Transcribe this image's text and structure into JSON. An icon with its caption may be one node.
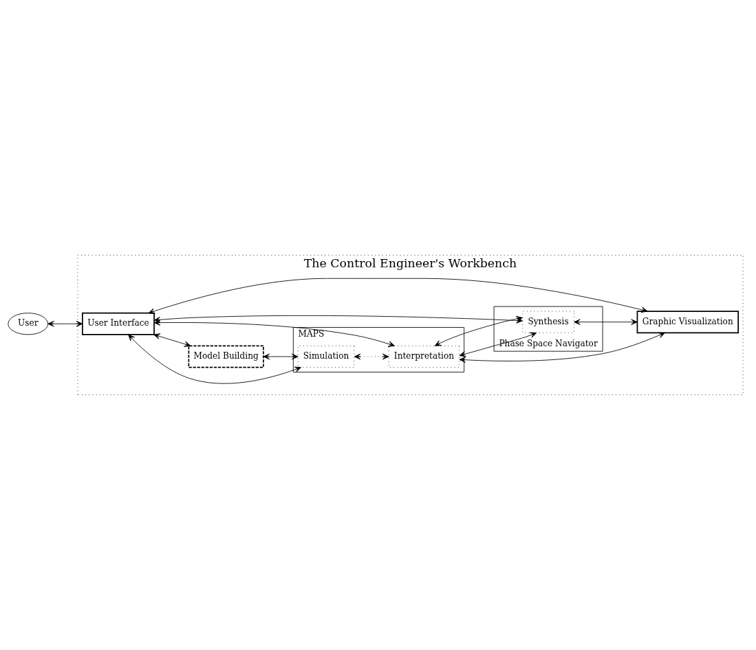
{
  "diagram": {
    "nodes": [
      {
        "text": [
          "The Control Engineer's Workbench"
        ]
      },
      {
        "text": [
          "User"
        ]
      },
      {
        "text": [
          "User Interface"
        ],
        "in": 0
      },
      {
        "text": [
          "Model Building"
        ],
        "in": 0
      },
      {
        "text": [
          "MAPS"
        ],
        "in": 0
      },
      {
        "text": [
          "Simulation"
        ],
        "in": 4
      },
      {
        "text": [
          "Interpretation"
        ],
        "in": 4
      },
      {
        "text": [
          "Graphic Visualization"
        ],
        "in": 0
      },
      {
        "text": [
          "Phase Space Navigator"
        ],
        "in": 0
      },
      {
        "text": [
          "Synthesis"
        ],
        "in": 8
      }
    ],
    "edges": [
      {
        "from": 1,
        "to": 2,
        "arrow": "both"
      },
      {
        "from": 2,
        "to": 3,
        "arrow": "both"
      },
      {
        "from": 2,
        "to": 5,
        "arrow": "both"
      },
      {
        "from": 2,
        "to": 6,
        "arrow": "both"
      },
      {
        "from": 2,
        "to": 7,
        "arrow": "both"
      },
      {
        "from": 2,
        "to": 9,
        "arrow": "both"
      },
      {
        "from": 3,
        "to": 5,
        "arrow": "both"
      },
      {
        "from": 5,
        "to": 6,
        "arrow": "both",
        "style": "dashed"
      },
      {
        "from": 6,
        "to": 9,
        "arrow": "both"
      },
      {
        "from": 6,
        "to": 7,
        "arrow": "both"
      },
      {
        "from": 9,
        "to": 7,
        "arrow": "both"
      },
      {
        "from": 6,
        "to": 9,
        "arrow": "both"
      }
    ]
  }
}
